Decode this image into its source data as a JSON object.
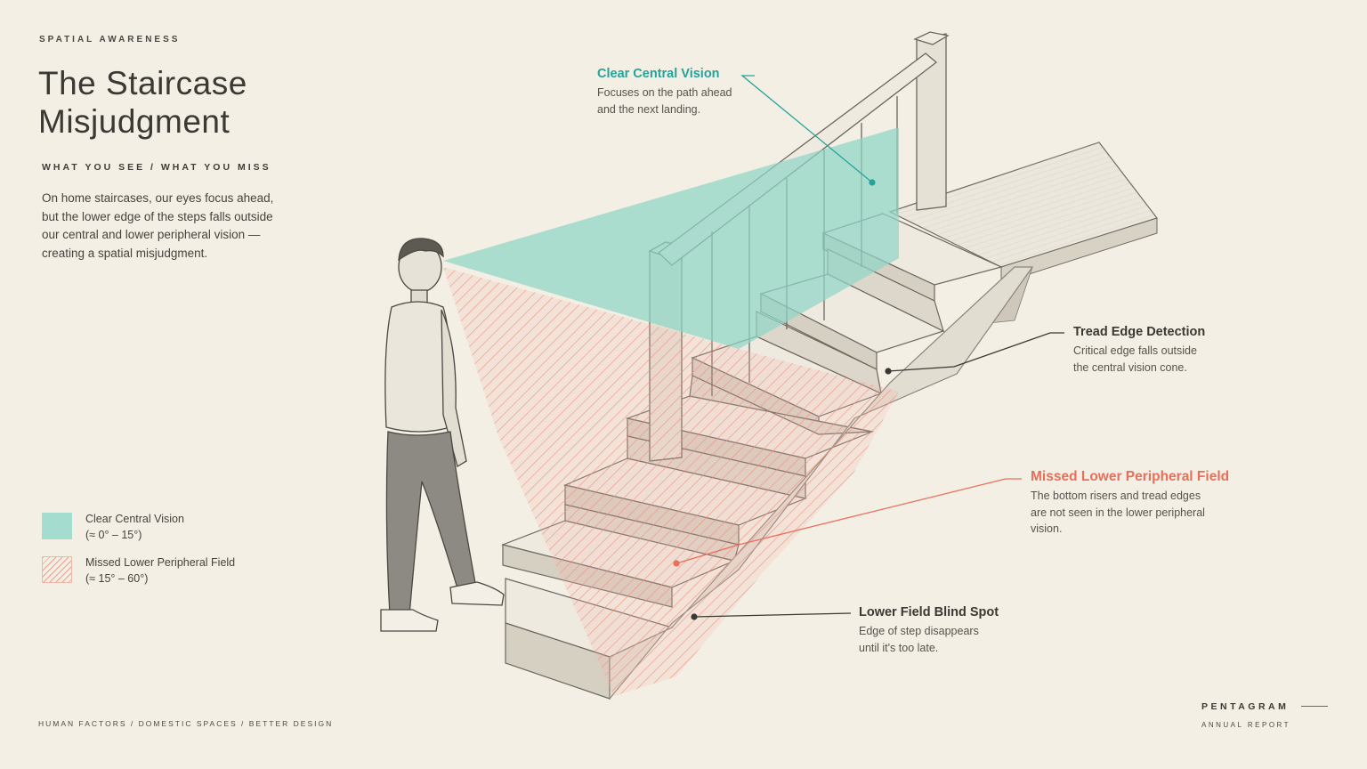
{
  "header": {
    "eyebrow": "SPATIAL AWARENESS",
    "title_line1": "The Staircase",
    "title_line2": "Misjudgment",
    "subhead": "WHAT YOU SEE  /  WHAT YOU MISS",
    "intro": "On home staircases, our eyes focus ahead, but the lower edge of the steps falls outside our central and lower peripheral vision — creating a spatial misjudgment."
  },
  "legend": [
    {
      "label": "Clear Central Vision",
      "range": "(≈ 0° – 15°)",
      "color": "#a4dccf"
    },
    {
      "label": "Missed Lower Peripheral Field",
      "range": "(≈ 15° – 60°)",
      "color": "#eea08e"
    }
  ],
  "callouts": {
    "central": {
      "title": "Clear Central Vision",
      "line1": "Focuses on the path ahead",
      "line2": "and the next landing.",
      "color": "#24a39a"
    },
    "tread": {
      "title": "Tread Edge Detection",
      "line1": "Critical edge falls outside",
      "line2": "the central vision cone.",
      "color": "#3a3833"
    },
    "missed": {
      "title": "Missed Lower Peripheral Field",
      "line1": "The bottom risers and tread edges",
      "line2": "are not seen in the lower peripheral",
      "line3": "vision.",
      "color": "#e86f5a"
    },
    "blind": {
      "title": "Lower Field Blind Spot",
      "line1": "Edge of step disappears",
      "line2": "until it's too late.",
      "color": "#3a3833"
    }
  },
  "footer": {
    "left": "HUMAN FACTORS  /  DOMESTIC SPACES  /  BETTER DESIGN",
    "brand": "PENTAGRAM",
    "brand_sub": "ANNUAL REPORT"
  },
  "colors": {
    "background": "#f3efe4",
    "teal": "#24a39a",
    "cone": "#a4dccf",
    "coral": "#e86f5a"
  }
}
